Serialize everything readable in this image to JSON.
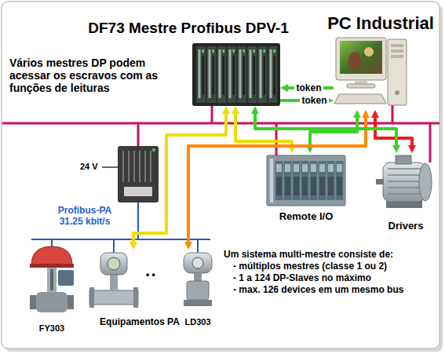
{
  "diagram": {
    "nodes": [
      {
        "text": [
          "DF73 Mestre Profibus DPV-1"
        ]
      },
      {
        "text": [
          "PC Industrial"
        ]
      },
      {
        "text": [
          "Remote I/O"
        ]
      },
      {
        "text": [
          "Drivers"
        ]
      },
      {
        "text": [
          "FY303"
        ]
      },
      {
        "text": [
          "Equipamentos PA"
        ]
      },
      {
        "text": [
          "LD303"
        ]
      }
    ],
    "edges": [
      {
        "from": 0,
        "to": 5,
        "arrow": "both"
      },
      {
        "from": 0,
        "to": 2,
        "arrow": "both"
      },
      {
        "from": 1,
        "to": 0,
        "arrow": "to",
        "label": "token"
      },
      {
        "from": 0,
        "to": 1,
        "arrow": "to",
        "label": "token"
      },
      {
        "from": 1,
        "to": 2,
        "arrow": "both"
      },
      {
        "from": 1,
        "to": 3,
        "arrow": "both"
      },
      {
        "from": 1,
        "to": 6,
        "arrow": "both"
      },
      {
        "from": 0,
        "to": 3,
        "arrow": "both"
      }
    ],
    "labels": [
      "Vários mestres DP podem acessar os escravos com as funções de leituras",
      "24 V",
      "Profibus-PA 31.25 kbit/s",
      "• •",
      "Um sistema multi-mestre consiste de:",
      "- múltiplos mestres (classe 1 ou 2)",
      "- 1 a 124 DP-Slaves no máximo",
      "- max. 126 devices em um mesmo bus"
    ]
  }
}
